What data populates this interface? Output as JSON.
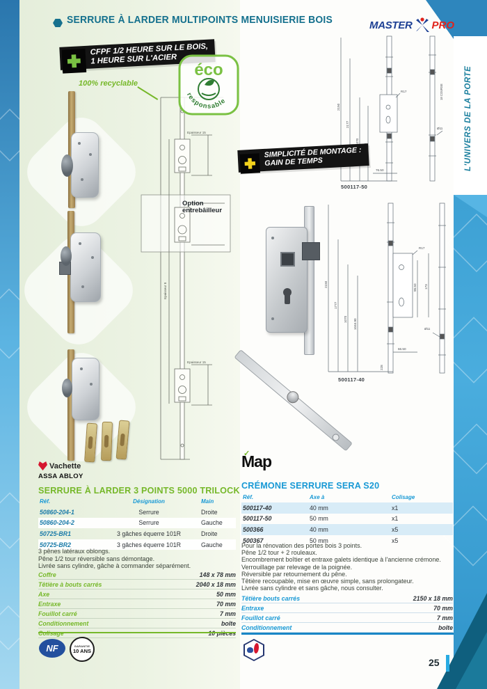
{
  "page": {
    "number": "25"
  },
  "frame": {
    "sidebar_text": "L'UNIVERS DE LA PORTE"
  },
  "header": {
    "title": "SERRURE À LARDER MULTIPOINTS MENUISIERIE BOIS",
    "brand": {
      "master": "MASTER",
      "pro": "PRO"
    }
  },
  "badges": {
    "fire_line1": "CFPF 1/2 HEURE SUR LE BOIS,",
    "fire_line2": "1 HEURE SUR L'ACIER",
    "recyclable": "100% recyclable",
    "eco_word": "éco",
    "eco_arc": "responsable",
    "montage_line1": "SIMPLICITÉ DE MONTAGE :",
    "montage_line2": "GAIN DE TEMPS"
  },
  "drawings": {
    "option_line1": "Option",
    "option_line2": "entrebâilleur",
    "epaisseur15": "Epaisseur 15",
    "epaisseur8": "Epaisseur 8",
    "d50": {
      "label": "500117-50",
      "dim_total": "2150",
      "dim_total2": "2177",
      "dim_mid": "1070",
      "dim_mid2": "1048",
      "dim_w": "76.50",
      "radius": "R17",
      "course": "18 COURSE",
      "dia": "Ø11"
    },
    "d40": {
      "label": "500117-40",
      "dim_total": "2150",
      "dim_total2": "1777",
      "dim_mid": "1070",
      "dim_mid2": "1044.90",
      "dim_w": "66.50",
      "radius": "R17",
      "dia": "Ø11",
      "dim_e": "98.50",
      "dim_f": "173",
      "dim_g": "228"
    }
  },
  "left_product": {
    "brand_name": "Vachette",
    "brand_group": "ASSA ABLOY",
    "title": "SERRURE À LARDER 3 POINTS 5000 TRILOCK",
    "table": {
      "headers": [
        "Réf.",
        "Désignation",
        "Main"
      ],
      "rows": [
        [
          "50860-204-1",
          "Serrure",
          "Droite"
        ],
        [
          "50860-204-2",
          "Serrure",
          "Gauche"
        ],
        [
          "50725-BR1",
          "3 gâches équerre 101R",
          "Droite"
        ],
        [
          "50725-BR2",
          "3 gâches équerre 101R",
          "Gauche"
        ]
      ]
    },
    "description": [
      "3 pênes latéraux oblongs.",
      "Pêne 1/2 tour réversible sans démontage.",
      "Livrée sans cylindre, gâche à commander séparément."
    ],
    "specs": [
      {
        "label": "Coffre",
        "value": "148 x 78 mm"
      },
      {
        "label": "Têtière à bouts carrés",
        "value": "2040 x 18 mm"
      },
      {
        "label": "Axe",
        "value": "50 mm"
      },
      {
        "label": "Entraxe",
        "value": "70 mm"
      },
      {
        "label": "Fouillot carré",
        "value": "7 mm"
      },
      {
        "label": "Conditionnement",
        "value": "boîte"
      },
      {
        "label": "Colisage",
        "value": "10 pièces"
      }
    ],
    "nf": "NF",
    "warranty_top": "GARANTIE",
    "warranty_bottom": "10 ANS"
  },
  "right_product": {
    "brand": "Map",
    "title": "CRÉMONE SERRURE SERA S20",
    "table": {
      "headers": [
        "Réf.",
        "Axe à",
        "Colisage"
      ],
      "rows": [
        [
          "500117-40",
          "40 mm",
          "x1"
        ],
        [
          "500117-50",
          "50 mm",
          "x1"
        ],
        [
          "500366",
          "40 mm",
          "x5"
        ],
        [
          "500367",
          "50 mm",
          "x5"
        ]
      ]
    },
    "description": [
      "Pour la rénovation des portes bois 3 points.",
      "Pêne 1/2 tour + 2 rouleaux.",
      "Encombrement boîtier et entraxe galets identique à l'ancienne crémone.",
      "Verrouillage par relevage de la poignée.",
      "Réversible par retournement du pêne.",
      "Têtière recoupable, mise en œuvre simple, sans prolongateur.",
      "Livrée sans cylindre et sans gâche, nous consulter."
    ],
    "specs": [
      {
        "label": "Têtière bouts carrés",
        "value": "2150 x 18 mm"
      },
      {
        "label": "Entraxe",
        "value": "70 mm"
      },
      {
        "label": "Fouillot carré",
        "value": "7 mm"
      },
      {
        "label": "Conditionnement",
        "value": "boîte"
      }
    ]
  },
  "colors": {
    "teal": "#14708d",
    "green": "#76b82a",
    "blue": "#1899d5",
    "navy": "#1c3f94",
    "red": "#e0231c",
    "yellow": "#f2d21c",
    "row_blue": "#d8ecf7",
    "page_green": "#e9f1e0"
  }
}
